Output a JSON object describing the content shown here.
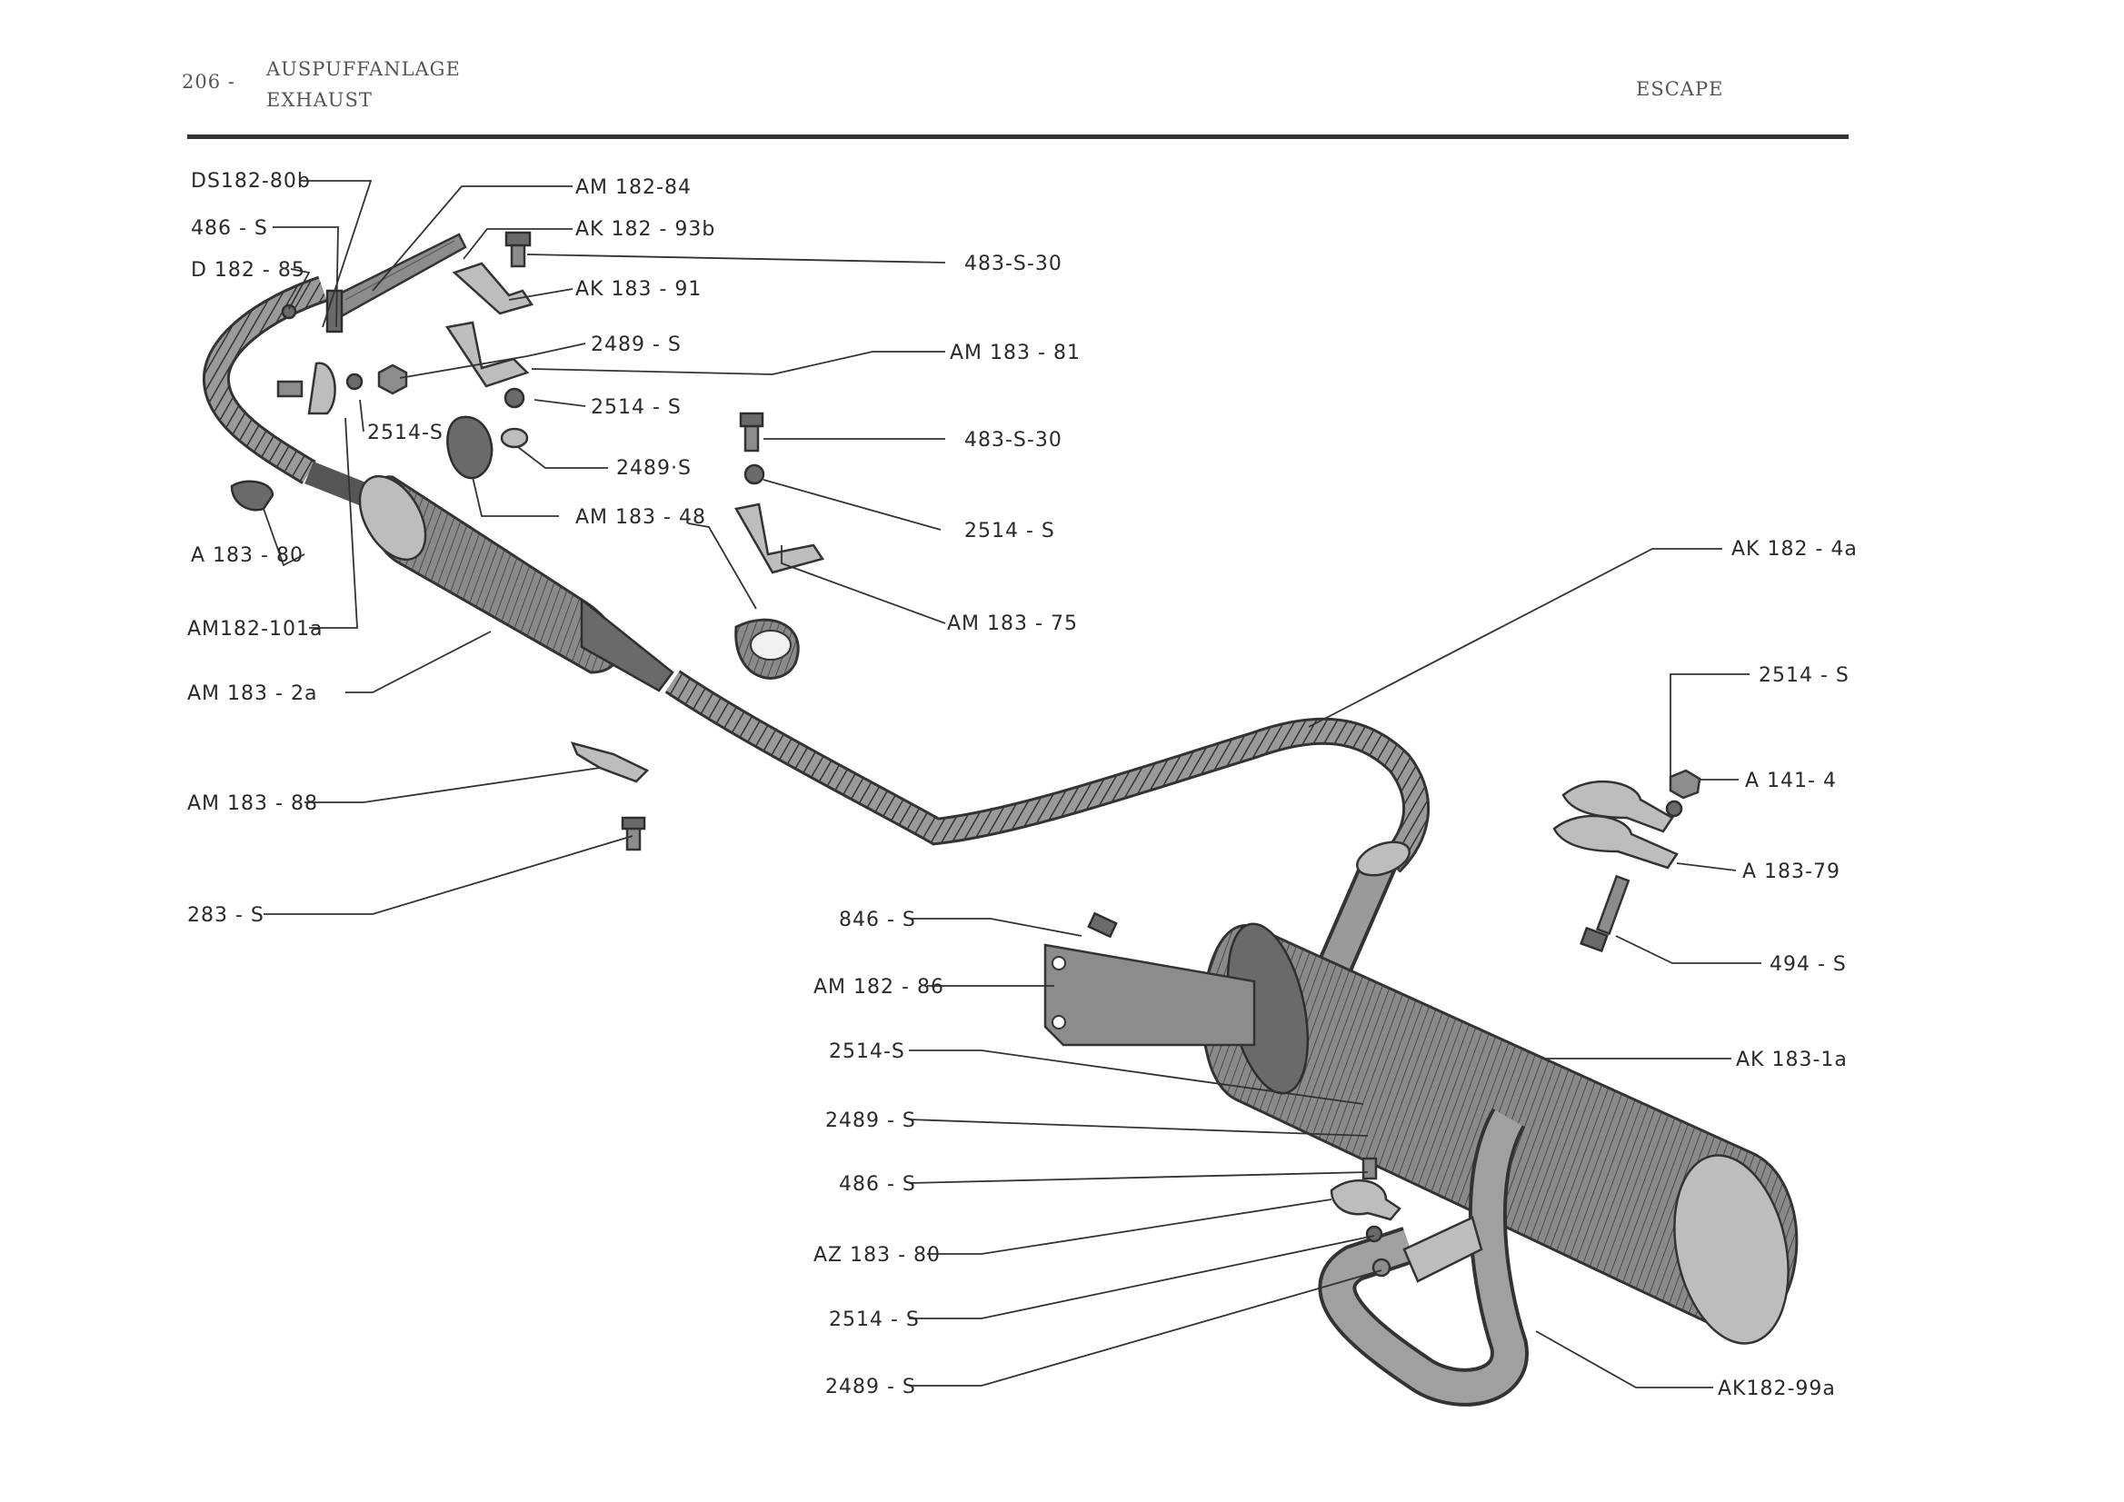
{
  "header": {
    "page_number": "206 -",
    "title_de": "AUSPUFFANLAGE",
    "title_en": "EXHAUST",
    "title_es": "ESCAPE"
  },
  "parts": [
    "DS182-80b",
    "AM 182-84",
    "486 - S",
    "AK 182 - 93b",
    "D 182 - 85",
    "483-S-30",
    "AK 183 - 91",
    "2489 - S",
    "AM 183 - 81",
    "2514 - S",
    "2514-S",
    "2489·S",
    "483-S-30",
    "AM 183 - 48",
    "2514 - S",
    "A 183 - 80",
    "AM 183 - 75",
    "AM182-101a",
    "AK 182 - 4a",
    "AM 183 - 2a",
    "2514 - S",
    "A  141- 4",
    "AM 183 - 88",
    "A 183-79",
    "283 - S",
    "846 - S",
    "494 - S",
    "AM 182 - 86",
    "2514-S",
    "AK 183-1a",
    "2489 - S",
    "486 - S",
    "AZ 183 - 80",
    "2514 - S",
    "2489 - S",
    "AK182-99a"
  ]
}
